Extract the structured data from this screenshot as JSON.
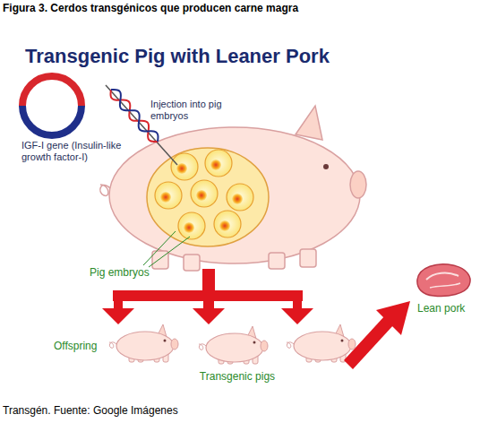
{
  "diagram": {
    "title": "Figura 3. Cerdos transgénicos que producen carne magra",
    "caption": "Transgén. Fuente: Google Imágenes",
    "labels": [
      "Transgenic Pig with Leaner Pork",
      "IGF-I gene (Insulin-like growth factor-I)",
      "Injection into pig embryos",
      "Pig embryos",
      "Offspring",
      "Transgenic pigs",
      "Lean pork"
    ]
  }
}
